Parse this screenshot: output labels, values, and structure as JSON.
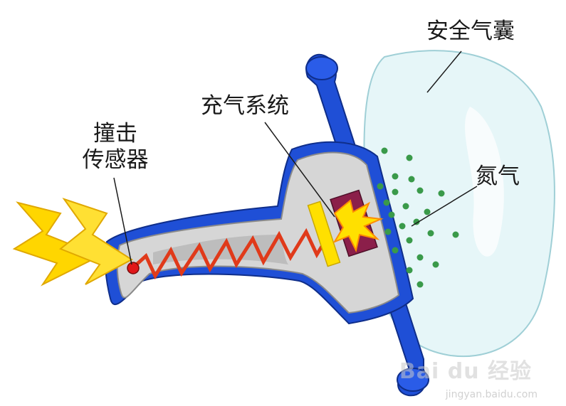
{
  "labels": {
    "crash_sensor": [
      "撞击",
      "传感器"
    ],
    "inflator": "充气系统",
    "airbag": "安全气囊",
    "nitrogen": "氮气"
  },
  "watermark": {
    "brand": "Bai du 经验",
    "url": "jingyan.baidu.com"
  },
  "colors": {
    "steering_wheel": "#1f4fd6",
    "housing_fill": "#d9d9d9",
    "airbag_fill": "#e3f6f8",
    "lightning": "#ffd600",
    "spring": "#e03a1a",
    "nitrogen_dots": "#3a9a4a",
    "charge_block": "#8b1f4a"
  }
}
